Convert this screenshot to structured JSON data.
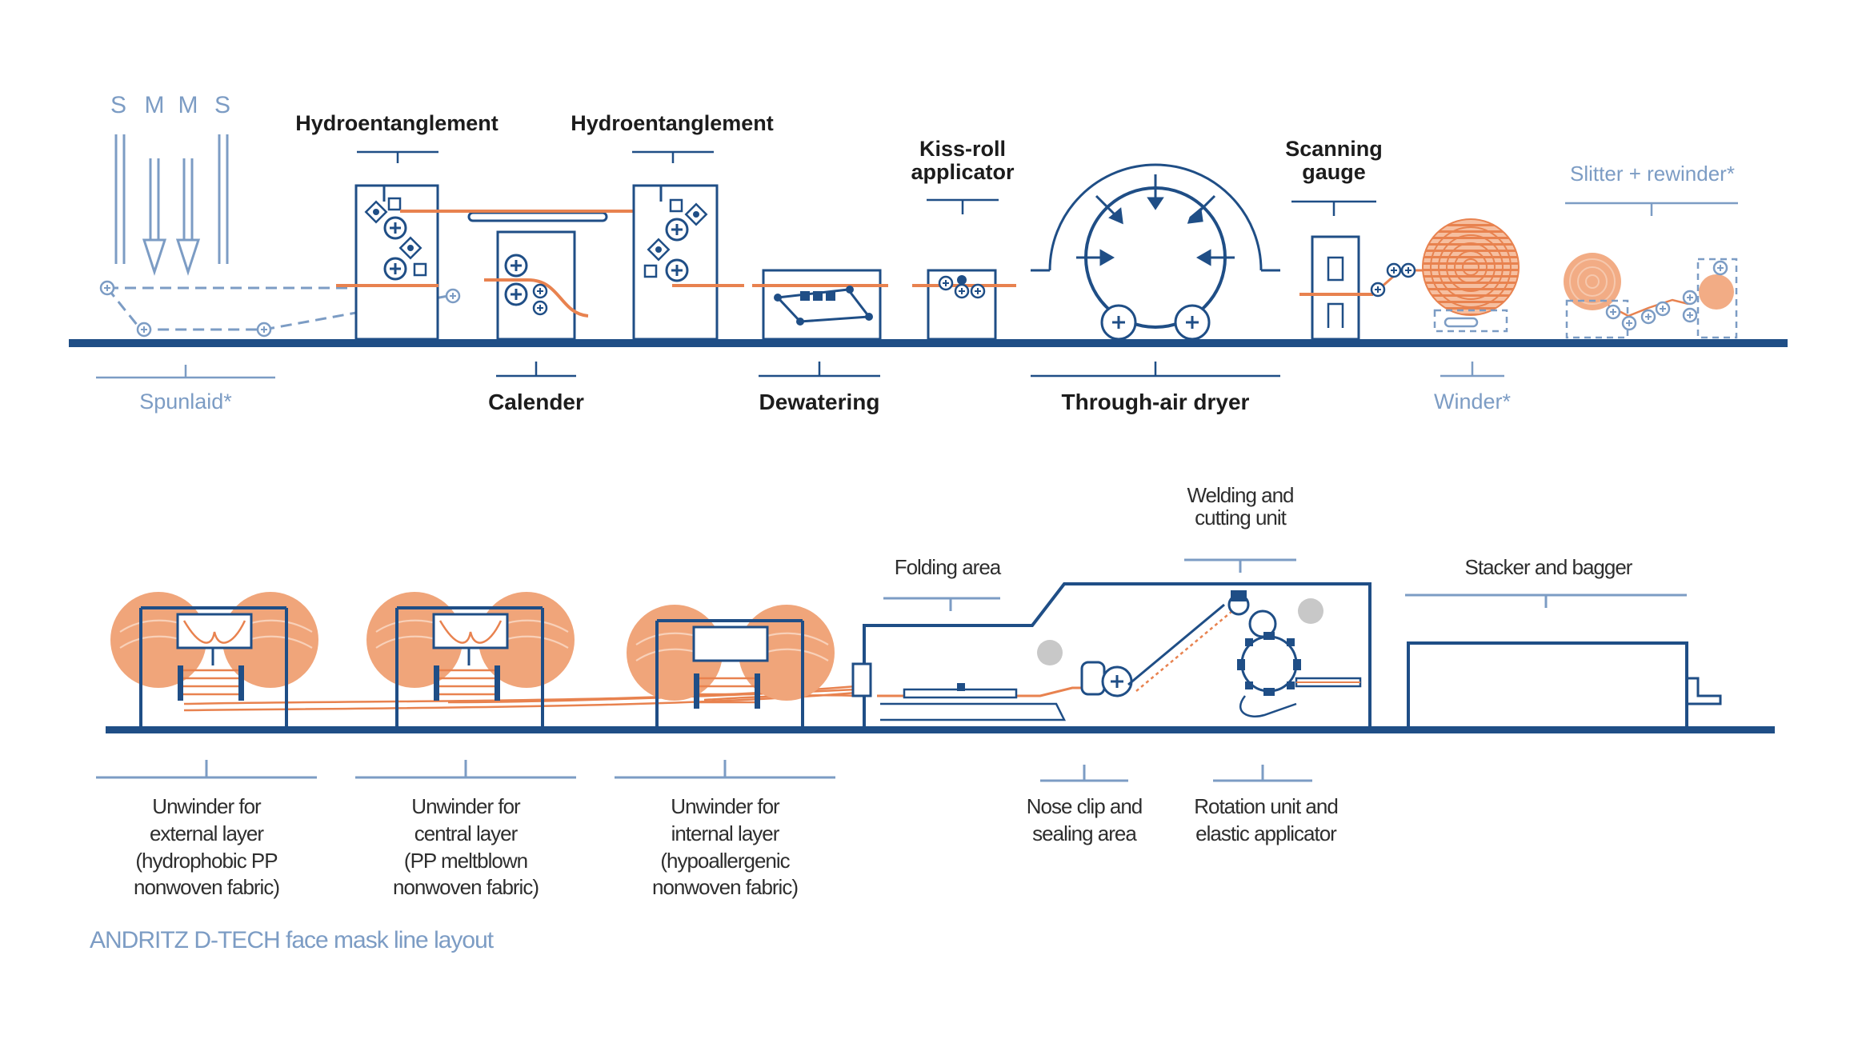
{
  "colors": {
    "line_blue": "#1f4e86",
    "light_blue": "#7c9cc4",
    "orange": "#e8824f",
    "orange_fill": "#f0a57a",
    "text": "#1c1c1c",
    "grey": "#c8c8c8"
  },
  "top_line": {
    "smms": [
      "S",
      "M",
      "M",
      "S"
    ],
    "labels_above": {
      "hydro1": "Hydroentanglement",
      "hydro2": "Hydroentanglement",
      "kissroll": "Kiss-roll\napplicator",
      "scanning": "Scanning\ngauge",
      "slitter": "Slitter + rewinder*"
    },
    "labels_below": {
      "spunlaid": "Spunlaid*",
      "calender": "Calender",
      "dewatering": "Dewatering",
      "dryer": "Through-air dryer",
      "winder": "Winder*"
    }
  },
  "bottom_line": {
    "labels_above": {
      "folding": "Folding area",
      "welding": "Welding and\ncutting unit",
      "stacker": "Stacker and bagger"
    },
    "labels_below": {
      "unwinder_ext": "Unwinder for\nexternal layer\n(hydrophobic PP\nnonwoven fabric)",
      "unwinder_cen": "Unwinder for\ncentral layer\n(PP meltblown\nnonwoven fabric)",
      "unwinder_int": "Unwinder for\ninternal layer\n(hypoallergenic\nnonwoven fabric)",
      "noseclip": "Nose clip and\nsealing area",
      "rotation": "Rotation unit and\nelastic applicator"
    },
    "caption": "ANDRITZ D-TECH face mask line layout"
  }
}
